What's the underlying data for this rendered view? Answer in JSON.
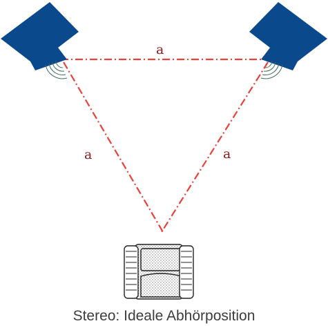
{
  "diagram": {
    "caption": "Stereo: Ideale Abhörposition",
    "edge_labels": {
      "top": "a",
      "left": "a",
      "right": "a"
    },
    "colors": {
      "speaker": "#0a4a8c",
      "line": "#e8403a",
      "label": "#8b1a1a",
      "chair_outline": "#222222",
      "sound_waves": "#3d6b5a"
    },
    "icons": [
      "speaker-left-icon",
      "speaker-right-icon",
      "listener-chair-icon"
    ]
  }
}
